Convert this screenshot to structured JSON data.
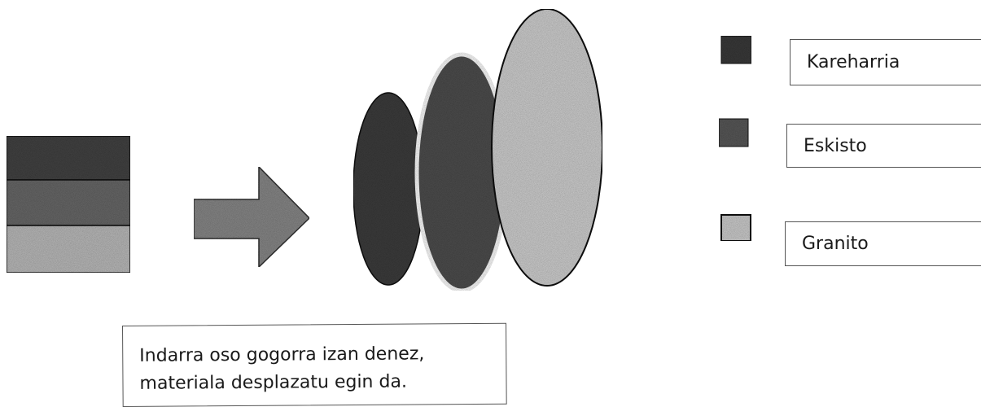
{
  "legend": [
    {
      "label": "Kareharria",
      "swatch_color": "#3b3b3b"
    },
    {
      "label": "Eskisto",
      "swatch_color": "#5a5a5a"
    },
    {
      "label": "Granito",
      "swatch_color": "#cfcfcf"
    }
  ],
  "strata_colors": [
    "#444444",
    "#6a6a6a",
    "#bdbdbd"
  ],
  "folded_colors": [
    "#3e3e3e",
    "#4f4f4f",
    "#d2d2d2"
  ],
  "arrow_color": "#8a8a8a",
  "caption": {
    "line1": "Indarra oso gogorra izan denez,",
    "line2": "materiala desplazatu egin da."
  }
}
